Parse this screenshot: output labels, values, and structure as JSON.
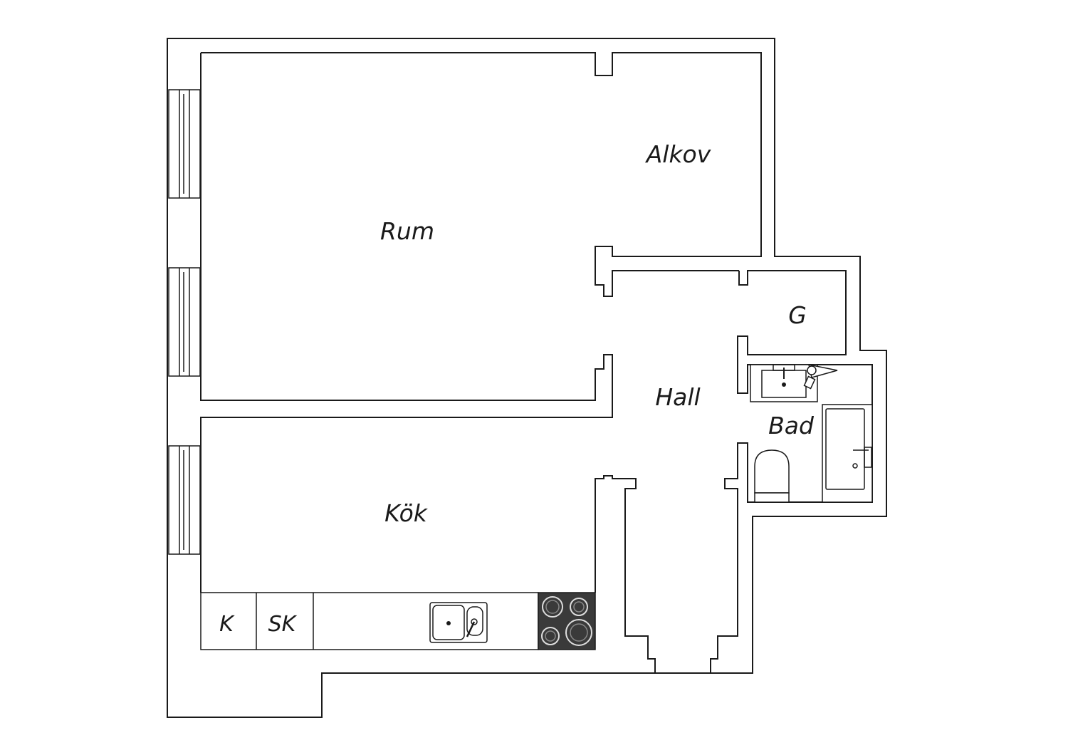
{
  "rooms": {
    "rum": "Rum",
    "alkov": "Alkov",
    "g": "G",
    "hall": "Hall",
    "bad": "Bad",
    "kok": "Kök"
  },
  "fixtures": {
    "k": "K",
    "sk": "SK"
  },
  "colors": {
    "line": "#1a1a1a",
    "stove": "#3a3a3a"
  }
}
